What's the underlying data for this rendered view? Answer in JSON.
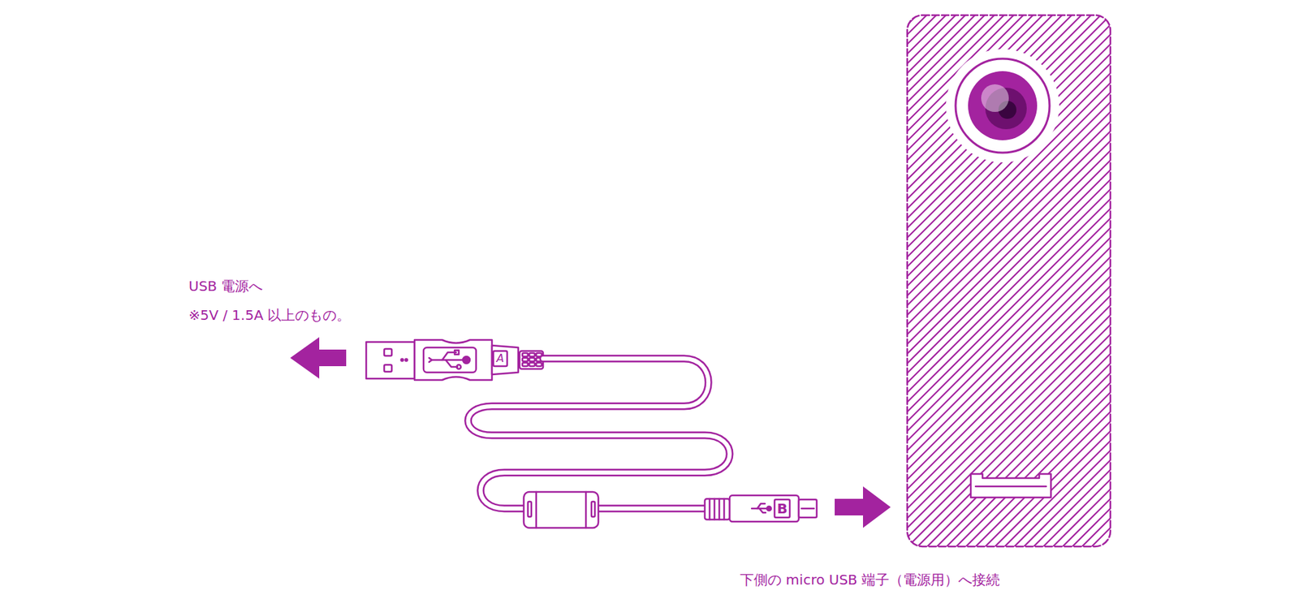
{
  "diagram": {
    "labels": [
      "USB 電源へ",
      "※5V / 1.5A 以上のもの。",
      "A",
      "B",
      "下側の micro USB 端子（電源用）へ接続"
    ]
  }
}
